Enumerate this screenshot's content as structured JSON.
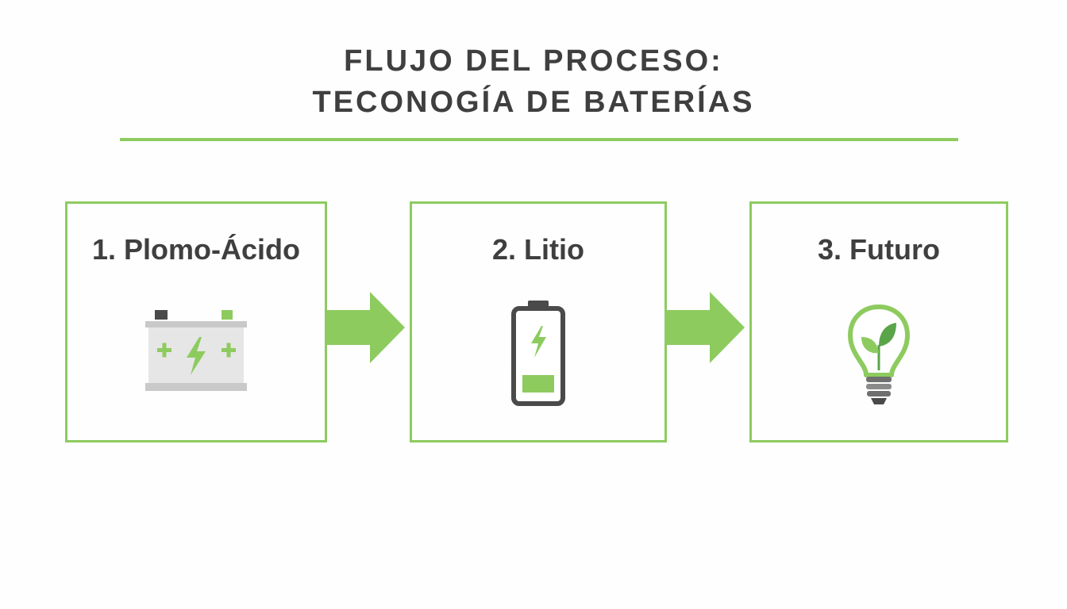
{
  "title": {
    "line1": "FLUJO DEL PROCESO:",
    "line2": "TECONOGÍA DE BATERÍAS"
  },
  "steps": [
    {
      "label": "1. Plomo-Ácido",
      "icon": "car-battery-icon"
    },
    {
      "label": "2. Litio",
      "icon": "battery-charging-icon"
    },
    {
      "label": "3. Futuro",
      "icon": "eco-lightbulb-icon"
    }
  ],
  "colors": {
    "accent": "#8dcb5f",
    "text": "#3f3f3f",
    "icon_gray": "#4a4a4a",
    "battery_body": "#e6e6e6"
  }
}
